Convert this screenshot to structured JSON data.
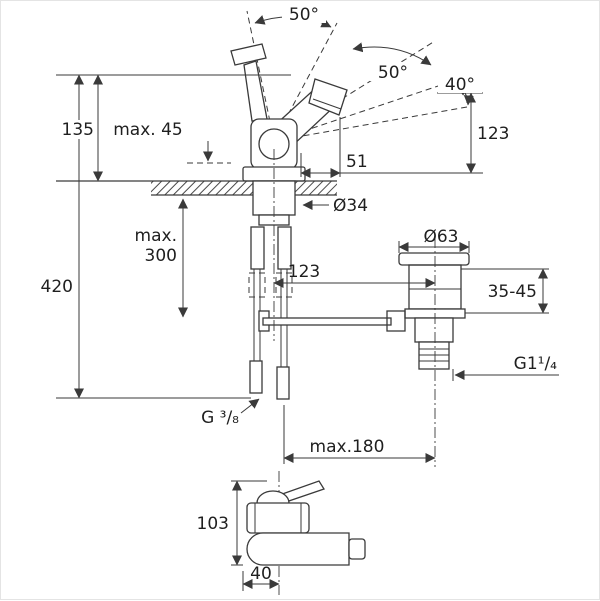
{
  "drawing": {
    "type": "faucet-installation-dimension-diagram",
    "line_color": "#3a3a3a",
    "background": "#ffffff",
    "labels": {
      "angle_top": "50°",
      "angle_mid": "50°",
      "angle_right": "40°",
      "height_135": "135",
      "max_45": "max. 45",
      "height_123_right": "123",
      "width_51": "51",
      "dia_34": "Ø34",
      "max_300_word": "max.",
      "max_300_value": "300",
      "height_420": "420",
      "width_123": "123",
      "dia_63": "Ø63",
      "range_35_45": "35-45",
      "thread_g1_14": "G1¹/₄",
      "thread_g_38": "G ³/₈",
      "max_180": "max.180",
      "height_103": "103",
      "width_40": "40"
    }
  }
}
